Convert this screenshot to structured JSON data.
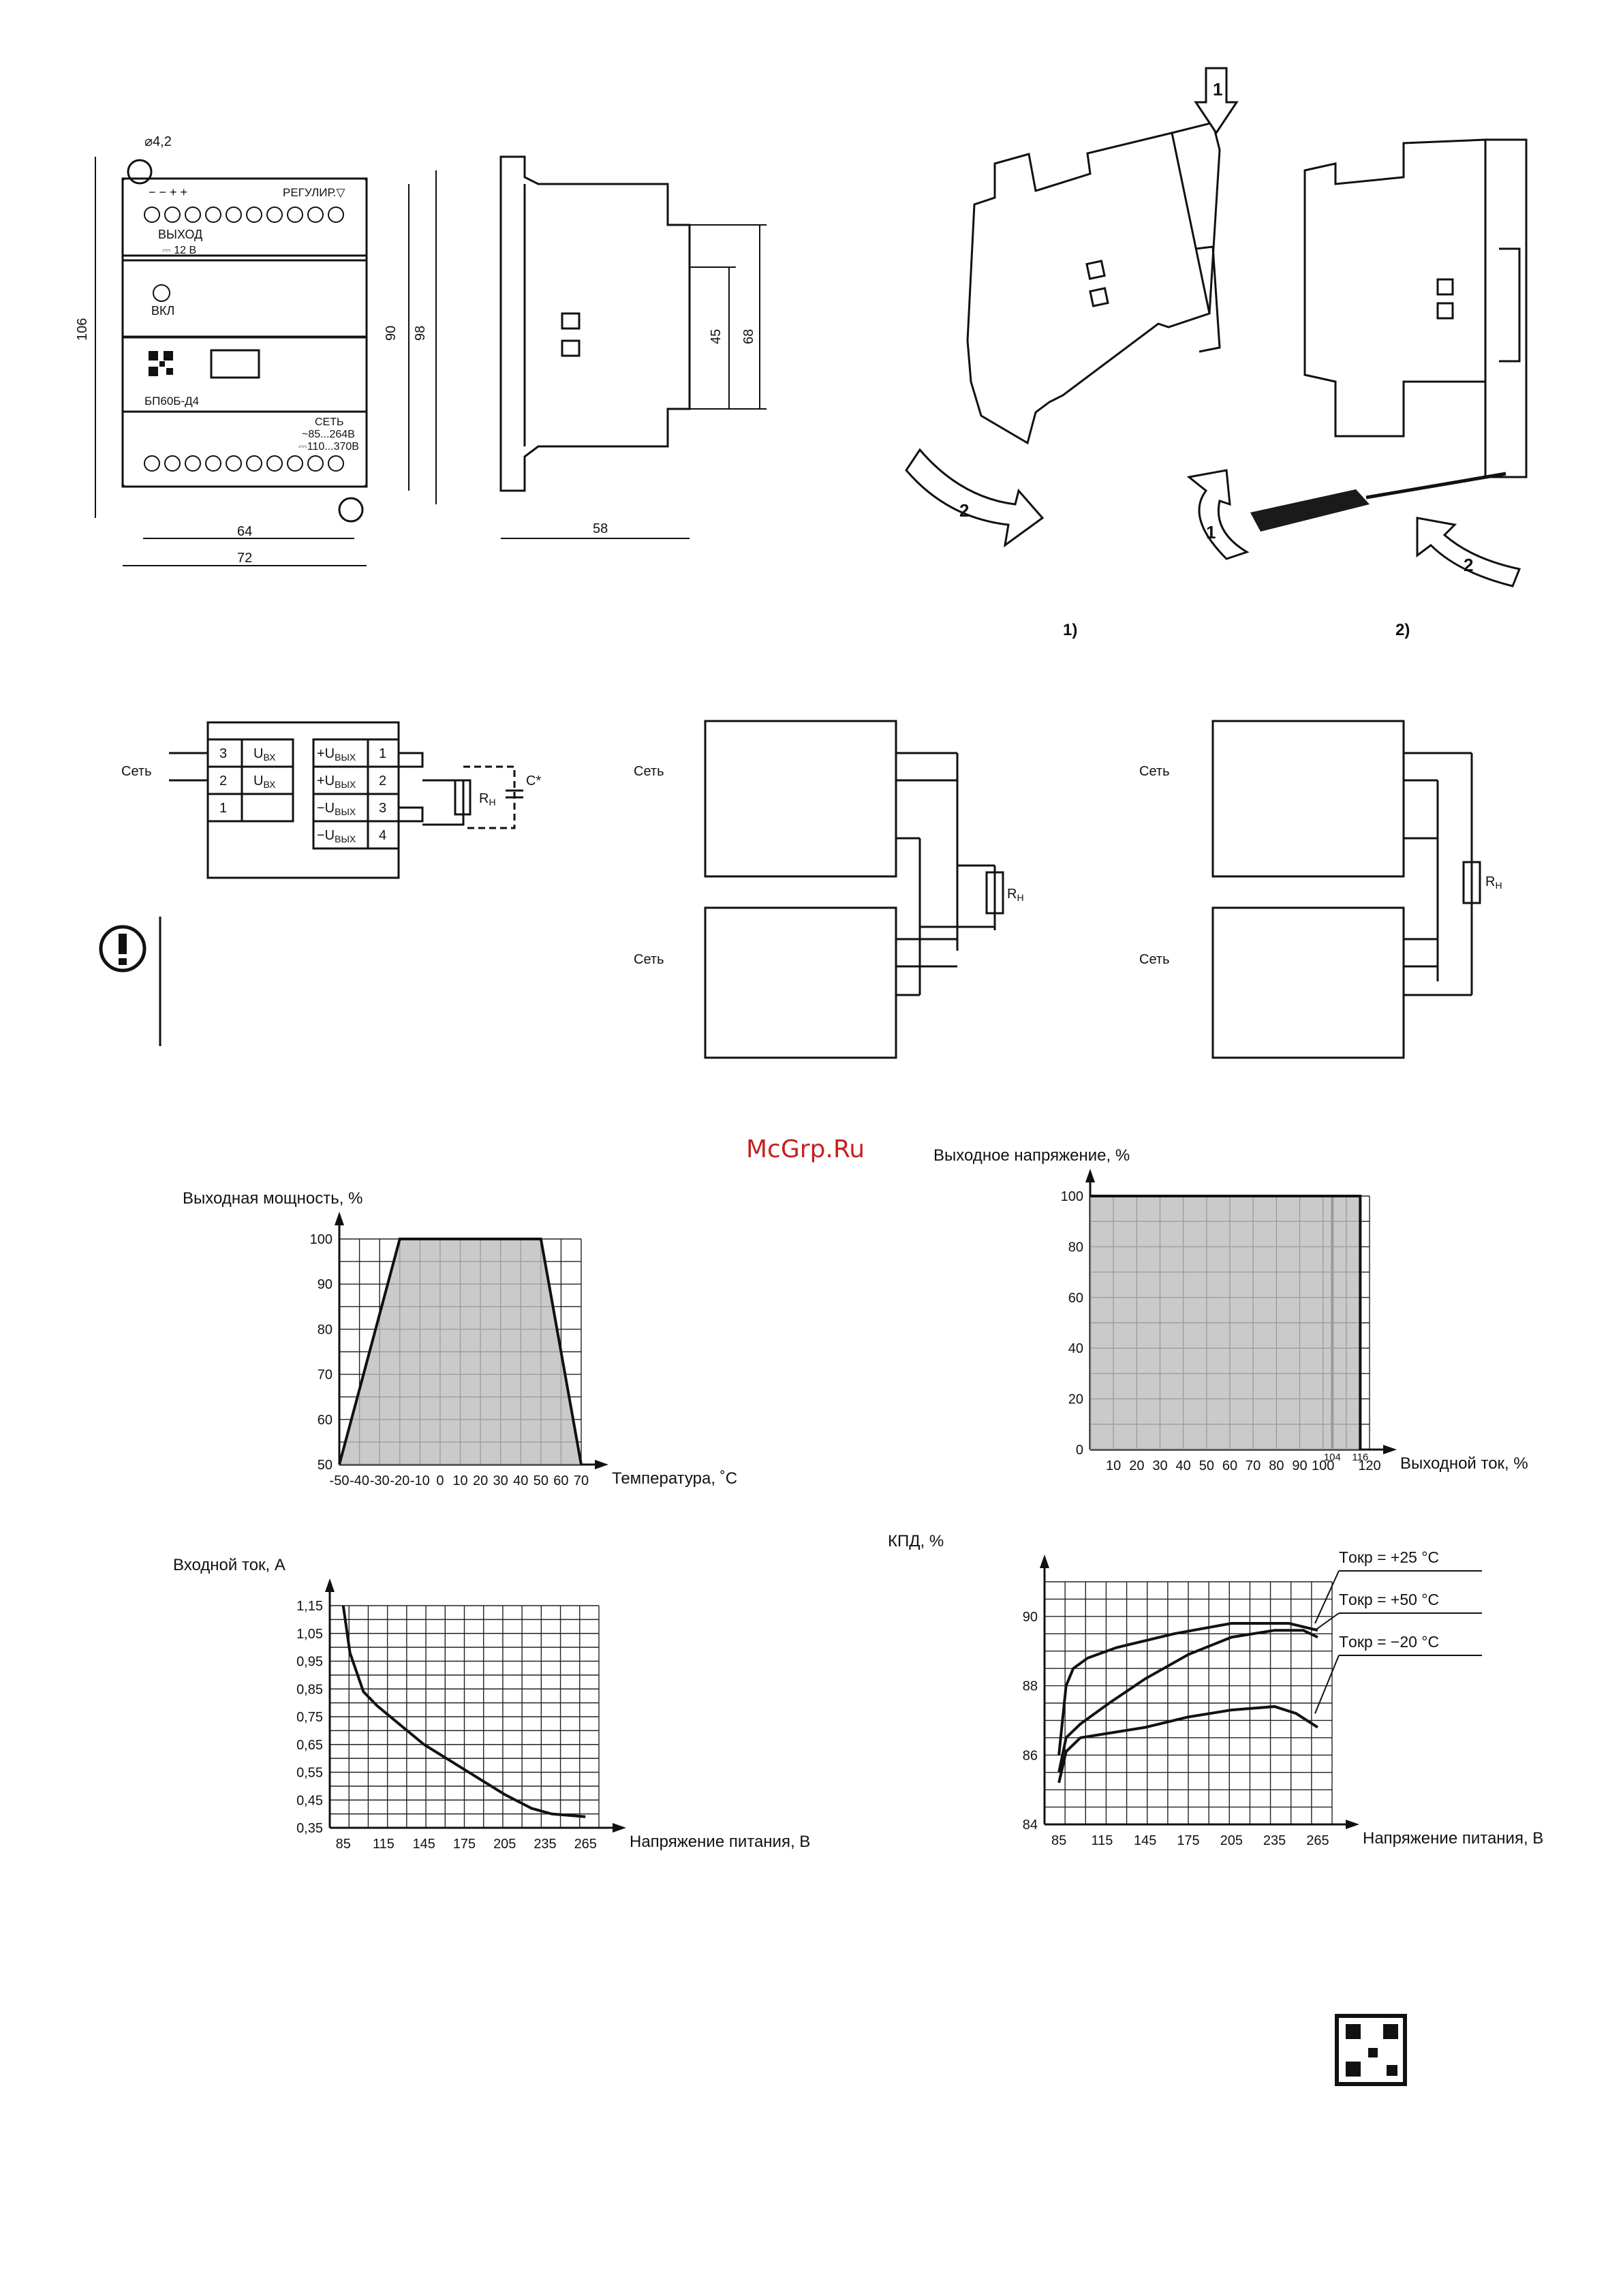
{
  "watermark": "McGrp.Ru",
  "dim_drawing": {
    "hole": "⌀4,2",
    "terminals_top": "− − + +",
    "regulator": "РЕГУЛИР.▽",
    "output": "ВЫХОД",
    "output_v": "⎓ 12 В",
    "led": "ВКЛ",
    "model": "БП60Б-Д4",
    "network": "СЕТЬ",
    "range_ac": "~85...264В",
    "range_dc": "⎓110...370В",
    "h106": "106",
    "h90": "90",
    "h98": "98",
    "w64": "64",
    "w72": "72",
    "h45": "45",
    "h68": "68",
    "w58": "58"
  },
  "mounting": {
    "step1": "1",
    "step2": "2",
    "fig1": "1)",
    "fig2": "2)"
  },
  "terminals": {
    "net": "Сеть",
    "n1": "1",
    "n2": "2",
    "n3": "3",
    "n4": "4",
    "uin": "U",
    "uin_sub": "ВХ",
    "uout_p": "+U",
    "uout_m": "−U",
    "uout_sub": "ВЫХ",
    "rl": "R",
    "rl_sub": "Н",
    "cap": "C*"
  },
  "chart_data": [
    {
      "type": "area",
      "ylabel": "Выходная мощность, %",
      "xlabel": "Температура, ˚С",
      "xlim": [
        -50,
        70
      ],
      "ylim": [
        50,
        100
      ],
      "x_ticks": [
        "-50",
        "-40",
        "-30",
        "-20",
        "-10",
        "0",
        "10",
        "20",
        "30",
        "40",
        "50",
        "60",
        "70"
      ],
      "y_ticks": [
        "50",
        "60",
        "70",
        "80",
        "90",
        "100"
      ],
      "series": [
        {
          "x": [
            -50,
            -20,
            50,
            70
          ],
          "y": [
            50,
            100,
            100,
            50
          ]
        }
      ]
    },
    {
      "type": "area",
      "ylabel": "Выходное напряжение, %",
      "xlabel": "Выходной ток, %",
      "xlim": [
        0,
        120
      ],
      "ylim": [
        0,
        100
      ],
      "x_ticks": [
        "10",
        "20",
        "30",
        "40",
        "50",
        "60",
        "70",
        "80",
        "90",
        "100",
        "120"
      ],
      "x_marks": [
        "104",
        "116"
      ],
      "y_ticks": [
        "0",
        "20",
        "40",
        "60",
        "80",
        "100"
      ],
      "series": [
        {
          "x": [
            0,
            104,
            104
          ],
          "y": [
            100,
            100,
            0
          ]
        },
        {
          "x": [
            0,
            116,
            116
          ],
          "y": [
            100,
            100,
            0
          ]
        }
      ]
    },
    {
      "type": "line",
      "ylabel": "Входной ток, А",
      "xlabel": "Напряжение питания, В",
      "xlim": [
        75,
        275
      ],
      "ylim": [
        0.35,
        1.15
      ],
      "x_ticks": [
        "85",
        "115",
        "145",
        "175",
        "205",
        "235",
        "265"
      ],
      "y_ticks": [
        "0,35",
        "0,45",
        "0,55",
        "0,65",
        "0,75",
        "0,85",
        "0,95",
        "1,05",
        "1,15"
      ],
      "series": [
        {
          "x": [
            85,
            90,
            100,
            110,
            125,
            145,
            165,
            185,
            205,
            225,
            240,
            265
          ],
          "y": [
            1.15,
            0.98,
            0.84,
            0.79,
            0.73,
            0.65,
            0.59,
            0.53,
            0.47,
            0.42,
            0.4,
            0.39
          ]
        }
      ]
    },
    {
      "type": "line",
      "ylabel": "КПД, %",
      "xlabel": "Напряжение питания, В",
      "xlim": [
        75,
        275
      ],
      "ylim": [
        84,
        91
      ],
      "x_ticks": [
        "85",
        "115",
        "145",
        "175",
        "205",
        "235",
        "265"
      ],
      "y_ticks": [
        "84",
        "86",
        "88",
        "90"
      ],
      "series": [
        {
          "name": "Tокр = +25 °C",
          "x": [
            85,
            90,
            95,
            105,
            125,
            165,
            205,
            245,
            265
          ],
          "y": [
            86.0,
            88.0,
            88.5,
            88.8,
            89.1,
            89.5,
            89.8,
            89.8,
            89.6
          ]
        },
        {
          "name": "Tокр = +50 °C",
          "x": [
            85,
            90,
            100,
            120,
            145,
            175,
            205,
            235,
            255,
            265
          ],
          "y": [
            85.5,
            86.5,
            86.9,
            87.5,
            88.2,
            88.9,
            89.4,
            89.6,
            89.6,
            89.4
          ]
        },
        {
          "name": "Tокр = −20 °C",
          "x": [
            85,
            90,
            100,
            115,
            145,
            175,
            205,
            235,
            250,
            265
          ],
          "y": [
            85.2,
            86.1,
            86.5,
            86.6,
            86.8,
            87.1,
            87.3,
            87.4,
            87.2,
            86.8
          ]
        }
      ],
      "legend": "right"
    }
  ]
}
